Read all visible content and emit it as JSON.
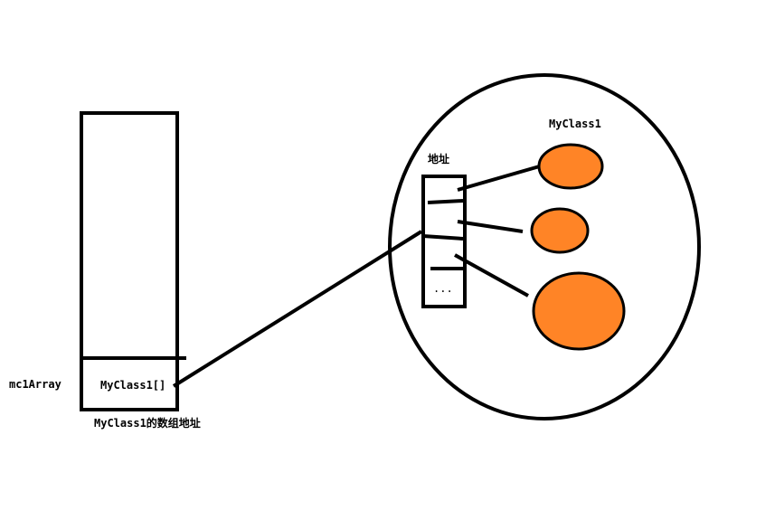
{
  "labels": {
    "variable_name": "mc1Array",
    "array_ref": "MyClass1[]",
    "stack_caption": "MyClass1的数组地址",
    "address_caption": "地址",
    "object_caption": "MyClass1",
    "ellipsis": "..."
  },
  "colors": {
    "stroke": "#000000",
    "object_fill": "#ff8426",
    "background": "#ffffff"
  }
}
